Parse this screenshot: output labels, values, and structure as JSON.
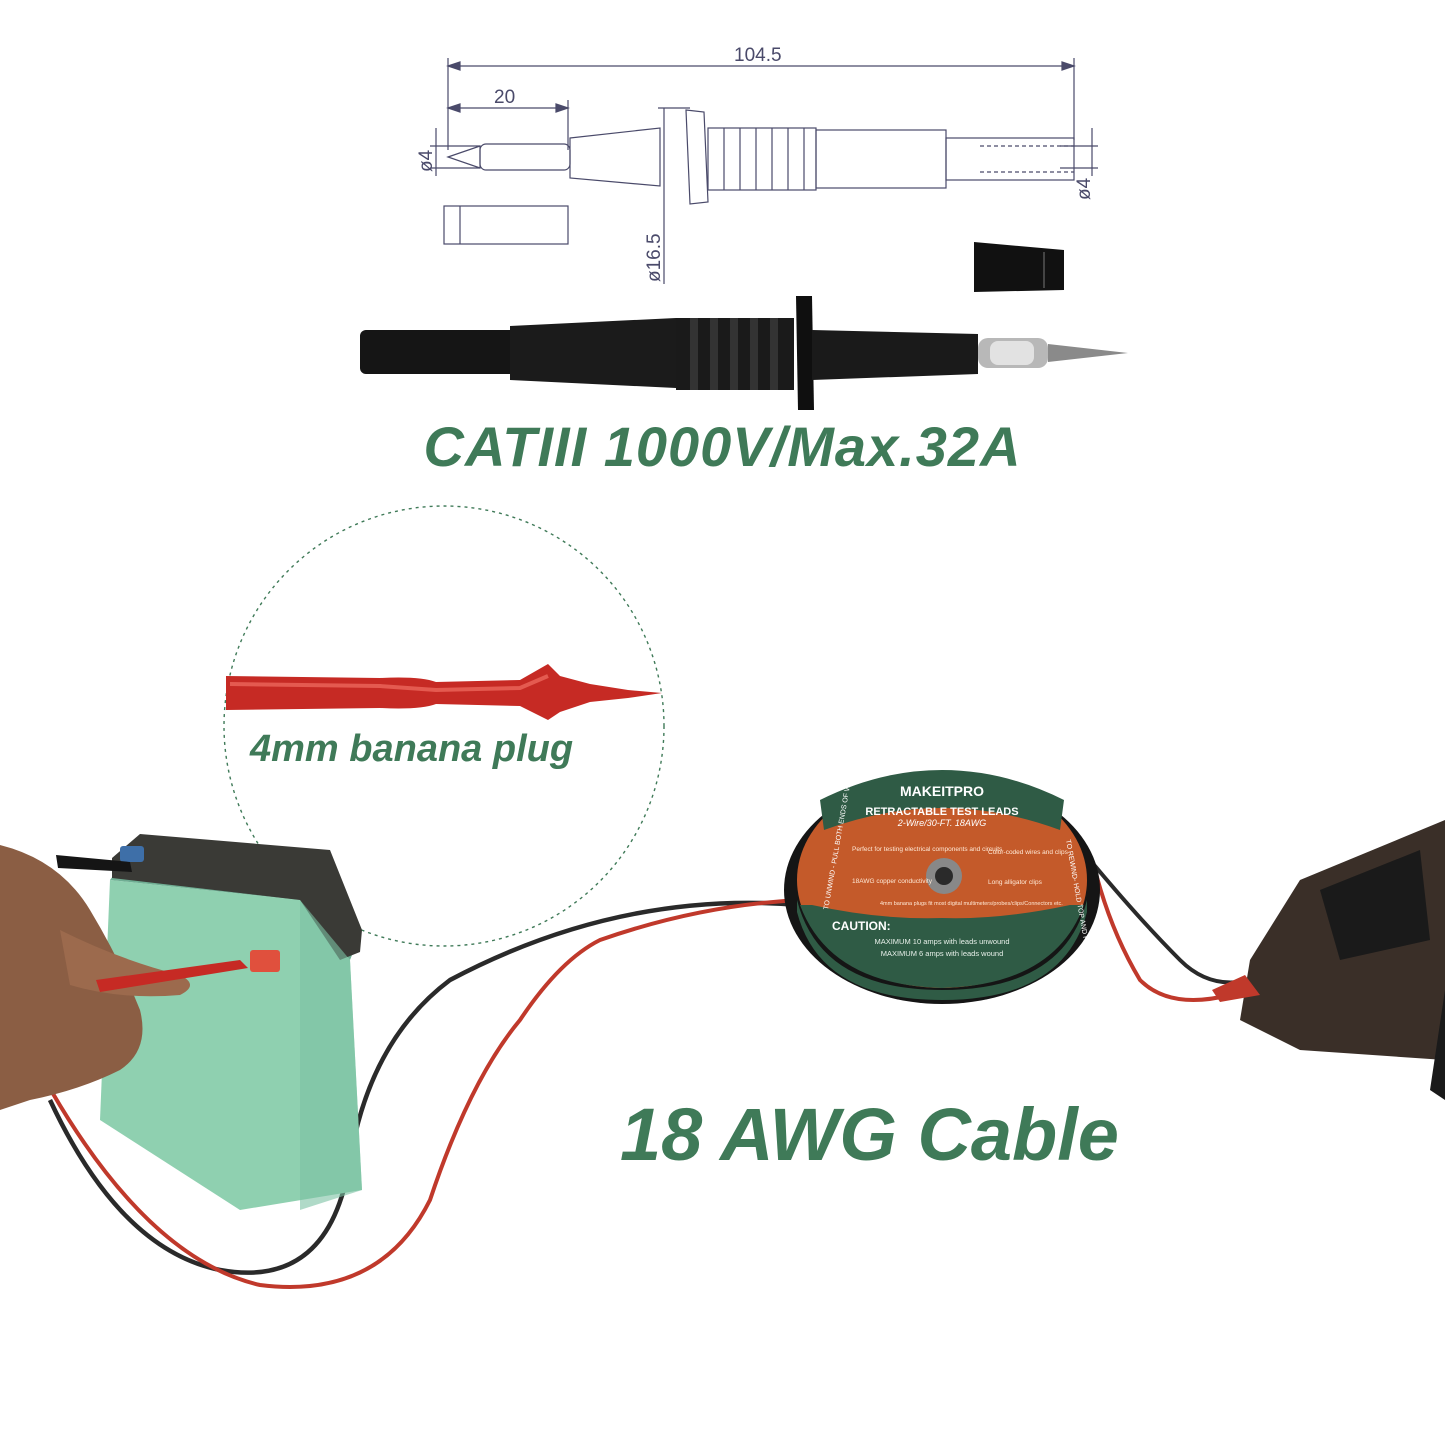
{
  "dimensions": {
    "overall_length": "104.5",
    "plug_length": "20",
    "plug_diameter": "ø4",
    "socket_diameter": "ø4",
    "guard_diameter": "ø16.5"
  },
  "rating_text": "CATIII 1000V/Max.32A",
  "zoom_label": "4mm banana plug",
  "cable_label": "18 AWG Cable",
  "reel": {
    "brand": "MAKEITPRO",
    "title": "RETRACTABLE TEST LEADS",
    "subtitle": "2-Wire/30-FT. 18AWG",
    "features": [
      "Perfect for testing electrical components and circuits",
      "18AWG copper conductivity",
      "Color-coded wires and clips",
      "Long alligator clips",
      "4mm banana plugs fit most digital multimeters/probes/clips/Connectors etc."
    ],
    "left_arc": "TO UNWIND - PULL BOTH ENDS OF WIRE",
    "right_arc": "TO REWIND- HOLD TOP AND ROTATE BOTTOM",
    "caution_title": "CAUTION:",
    "caution_lines": [
      "MAXIMUM 10 amps with leads unwound",
      "MAXIMUM 6 amps with leads wound"
    ]
  },
  "colors": {
    "accent_green": "#3f7a58",
    "reel_orange": "#c45a2a",
    "reel_green": "#2f5b45",
    "wire_red": "#c0392b",
    "wire_black": "#2a2a2a",
    "battery_green": "#8fd0b0"
  }
}
